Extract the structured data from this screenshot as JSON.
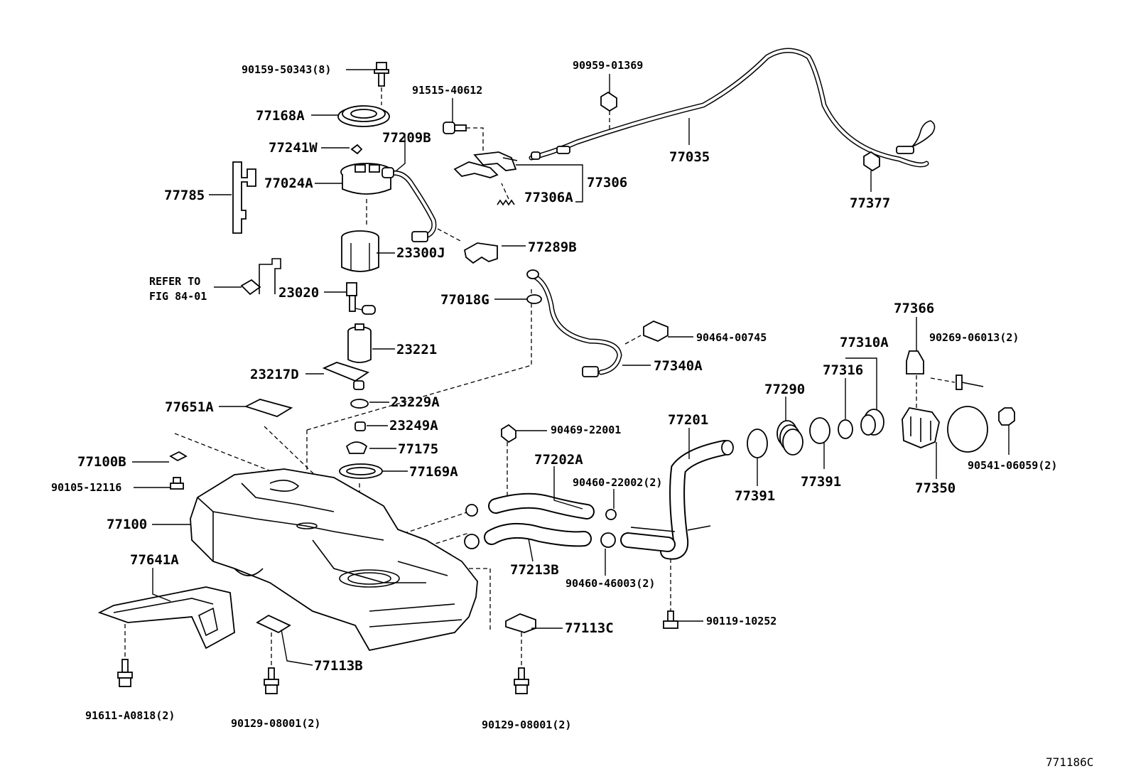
{
  "diagram_id": "771186C",
  "refer_note": {
    "line1": "REFER TO",
    "line2": "FIG 84-01"
  },
  "labels": {
    "p90159": "90159-50343(8)",
    "p77168A": "77168A",
    "p77241W": "77241W",
    "p77024A": "77024A",
    "p77785": "77785",
    "p23300J": "23300J",
    "p23020": "23020",
    "p23221": "23221",
    "p23217D": "23217D",
    "p77651A": "77651A",
    "p23229A": "23229A",
    "p23249A": "23249A",
    "p77175": "77175",
    "p77169A": "77169A",
    "p77100B": "77100B",
    "p90105": "90105-12116",
    "p77100": "77100",
    "p77641A": "77641A",
    "p91611": "91611-A0818(2)",
    "p90129a": "90129-08001(2)",
    "p77113B": "77113B",
    "p90129b": "90129-08001(2)",
    "p77113C": "77113C",
    "p77209B": "77209B",
    "p91515": "91515-40612",
    "p77306": "77306",
    "p77306A": "77306A",
    "p77289B": "77289B",
    "p90959": "90959-01369",
    "p77035": "77035",
    "p77377": "77377",
    "p77018G": "77018G",
    "p90464": "90464-00745",
    "p77340A": "77340A",
    "p90469": "90469-22001",
    "p77202A": "77202A",
    "p90460a": "90460-22002(2)",
    "p77213B": "77213B",
    "p90460b": "90460-46003(2)",
    "p77201": "77201",
    "p90119": "90119-10252",
    "p77391a": "77391",
    "p77290": "77290",
    "p77391b": "77391",
    "p77316": "77316",
    "p77310A": "77310A",
    "p77366": "77366",
    "p90269": "90269-06013(2)",
    "p77350": "77350",
    "p90541": "90541-06059(2)"
  }
}
